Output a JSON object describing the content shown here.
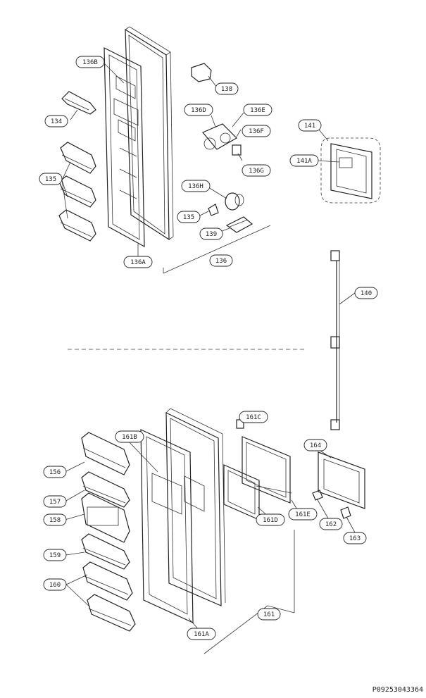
{
  "labels": {
    "p136b": "136B",
    "p138": "138",
    "p134": "134",
    "p136d": "136D",
    "p136e": "136E",
    "p136f": "136F",
    "p136g": "136G",
    "p141": "141",
    "p141a": "141A",
    "p135": "135",
    "p136h": "136H",
    "p135b": "135",
    "p139": "139",
    "p136a": "136A",
    "p136": "136",
    "p140": "140",
    "p161c": "161C",
    "p161b": "161B",
    "p164": "164",
    "p156": "156",
    "p157": "157",
    "p158": "158",
    "p162": "162",
    "p161e": "161E",
    "p161d": "161D",
    "p159": "159",
    "p163": "163",
    "p160": "160",
    "p161": "161",
    "p161a": "161A"
  },
  "footer_code": "P09253043364"
}
